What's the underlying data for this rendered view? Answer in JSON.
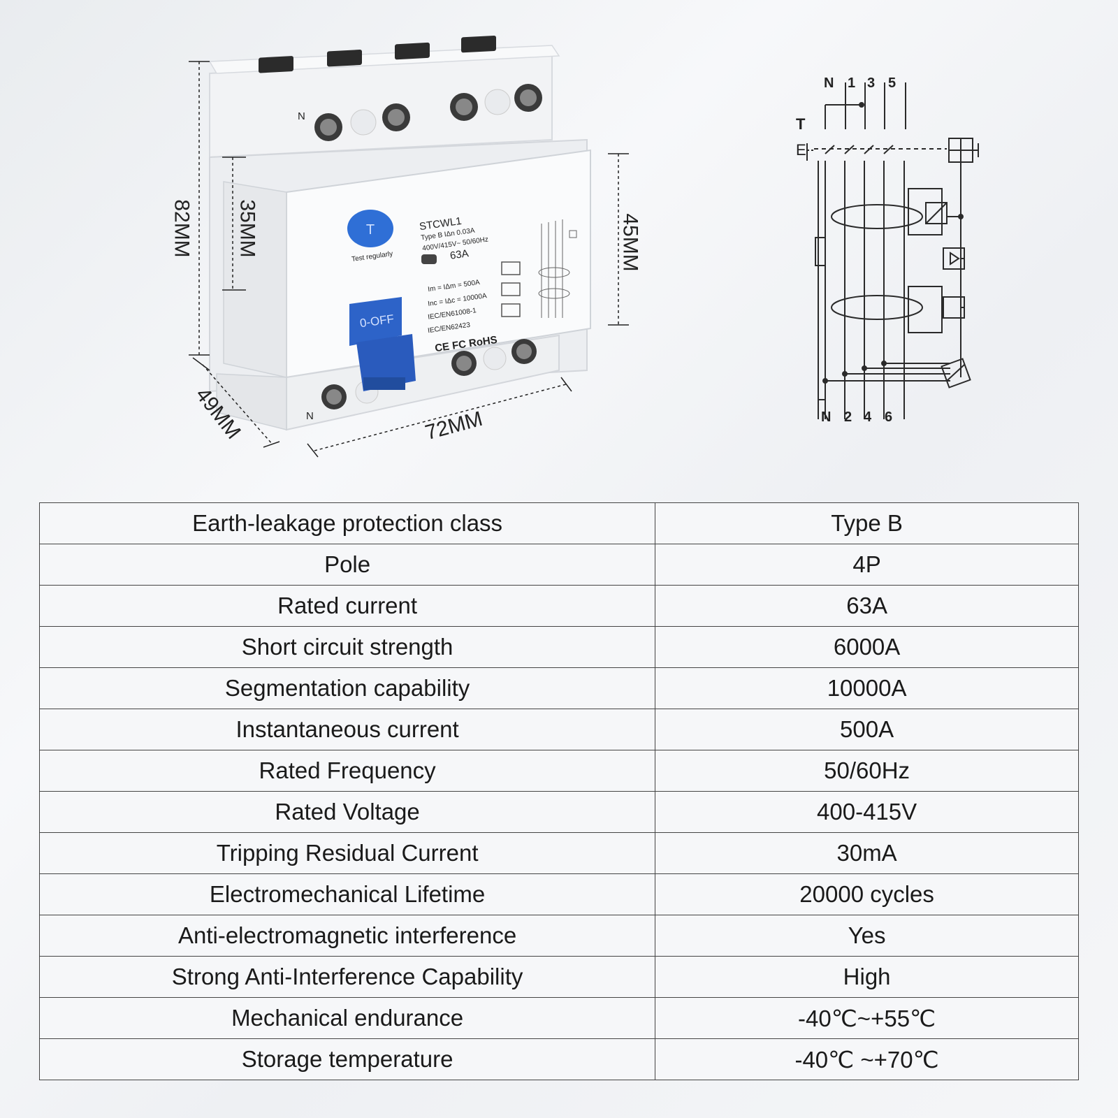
{
  "dimensions": {
    "height_total": "82MM",
    "rail_height": "35MM",
    "front_height": "45MM",
    "depth": "49MM",
    "width": "72MM"
  },
  "device": {
    "model": "STCWL1",
    "type_line": "Type B   IΔn 0.03A",
    "voltage_line": "400V/415V~     50/60Hz",
    "rating": "63A",
    "test_label": "Test regularly",
    "switch_label": "0-OFF",
    "spec_line_1": "Im = IΔm = 500A",
    "spec_line_2": "Inc = IΔc = 10000A",
    "spec_line_3": "IEC/EN61008-1",
    "spec_line_4": "IEC/EN62423",
    "marks": "CE FC RoHS",
    "terminal_n_top": "N",
    "terminal_n_bottom": "N",
    "colors": {
      "body": "#f4f5f7",
      "accent_blue": "#2f6fd6",
      "handle_blue": "#2d63c8"
    }
  },
  "schematic": {
    "top_labels": [
      "N",
      "1",
      "3",
      "5"
    ],
    "bottom_labels": [
      "N",
      "2",
      "4",
      "6"
    ],
    "test_label": "T",
    "earth_label": "E"
  },
  "specs": [
    {
      "param": "Earth-leakage protection class",
      "value": "Type B"
    },
    {
      "param": "Pole",
      "value": "4P"
    },
    {
      "param": "Rated current",
      "value": "63A"
    },
    {
      "param": "Short circuit strength",
      "value": "6000A"
    },
    {
      "param": "Segmentation capability",
      "value": "10000A"
    },
    {
      "param": "Instantaneous current",
      "value": "500A"
    },
    {
      "param": "Rated Frequency",
      "value": "50/60Hz"
    },
    {
      "param": "Rated Voltage",
      "value": "400-415V"
    },
    {
      "param": "Tripping Residual Current",
      "value": "30mA"
    },
    {
      "param": "Electromechanical Lifetime",
      "value": "20000 cycles"
    },
    {
      "param": "Anti-electromagnetic interference",
      "value": "Yes"
    },
    {
      "param": "Strong Anti-Interference Capability",
      "value": "High"
    },
    {
      "param": "Mechanical endurance",
      "value": "-40℃~+55℃"
    },
    {
      "param": "Storage temperature",
      "value": "-40℃ ~+70℃"
    }
  ]
}
